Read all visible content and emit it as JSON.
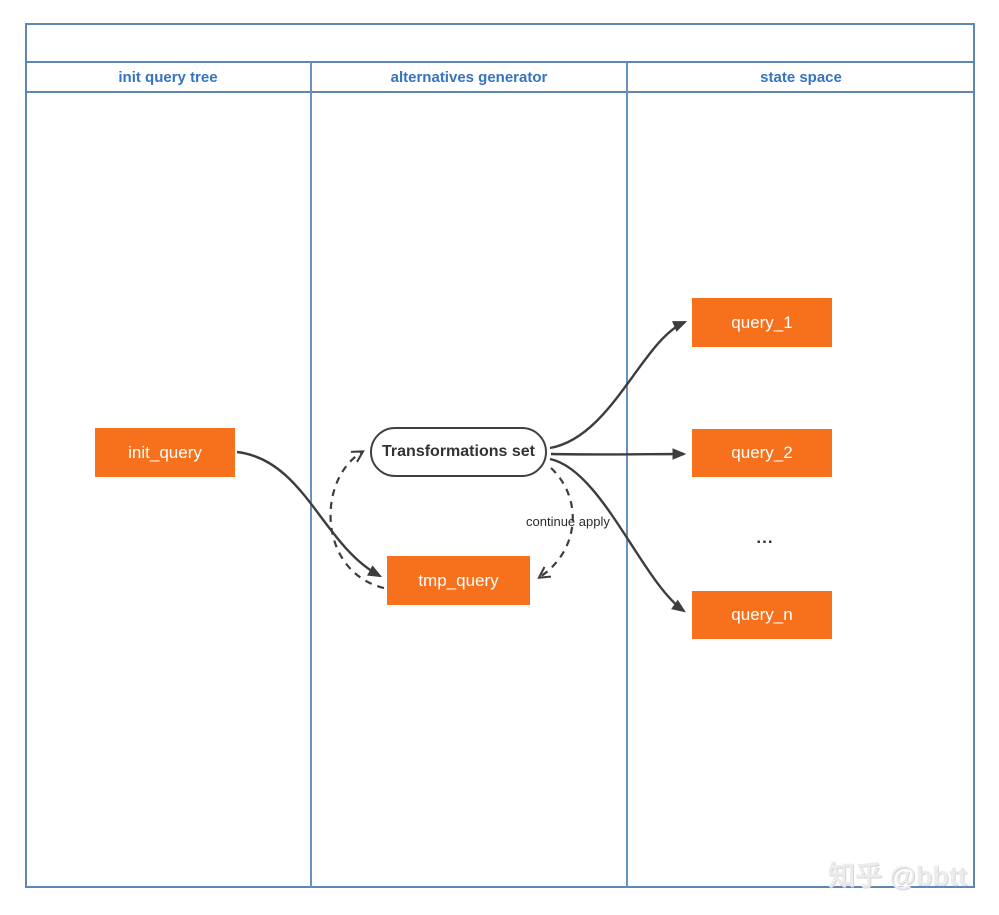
{
  "diagram": {
    "lanes": [
      {
        "label": "init query tree"
      },
      {
        "label": "alternatives generator"
      },
      {
        "label": "state space"
      }
    ],
    "nodes": {
      "init_query": "init_query",
      "transformations_set": "Transformations set",
      "tmp_query": "tmp_query",
      "query_1": "query_1",
      "query_2": "query_2",
      "query_n": "query_n",
      "ellipsis": "..."
    },
    "edge_labels": {
      "continue_apply": "continue apply"
    },
    "colors": {
      "frame_blue": "#5E87B5",
      "lane_header_text": "#3673C0",
      "node_fill": "#F7711D",
      "node_text": "#FFFFFF",
      "arrow": "#3D3D3D"
    }
  },
  "watermark": "知乎 @bbtt"
}
